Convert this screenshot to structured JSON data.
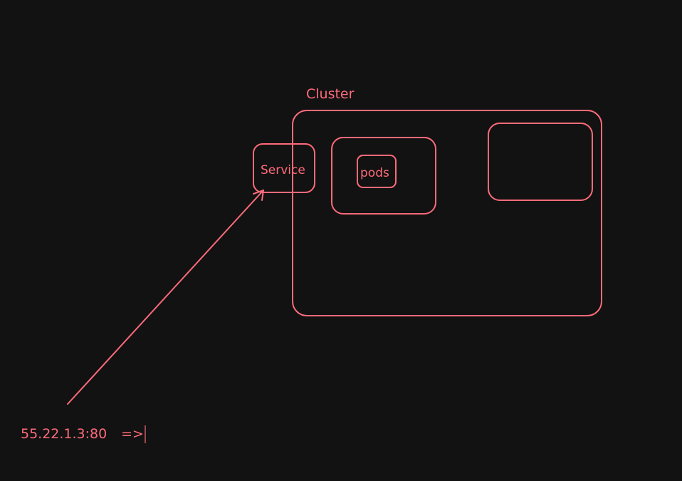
{
  "diagram": {
    "cluster_label": "Cluster",
    "service_label": "Service",
    "pods_label": "pods",
    "address_text": "55.22.1.3:80",
    "arrow_text": "=>"
  },
  "colors": {
    "background": "#121212",
    "stroke": "#ff6b7a"
  }
}
